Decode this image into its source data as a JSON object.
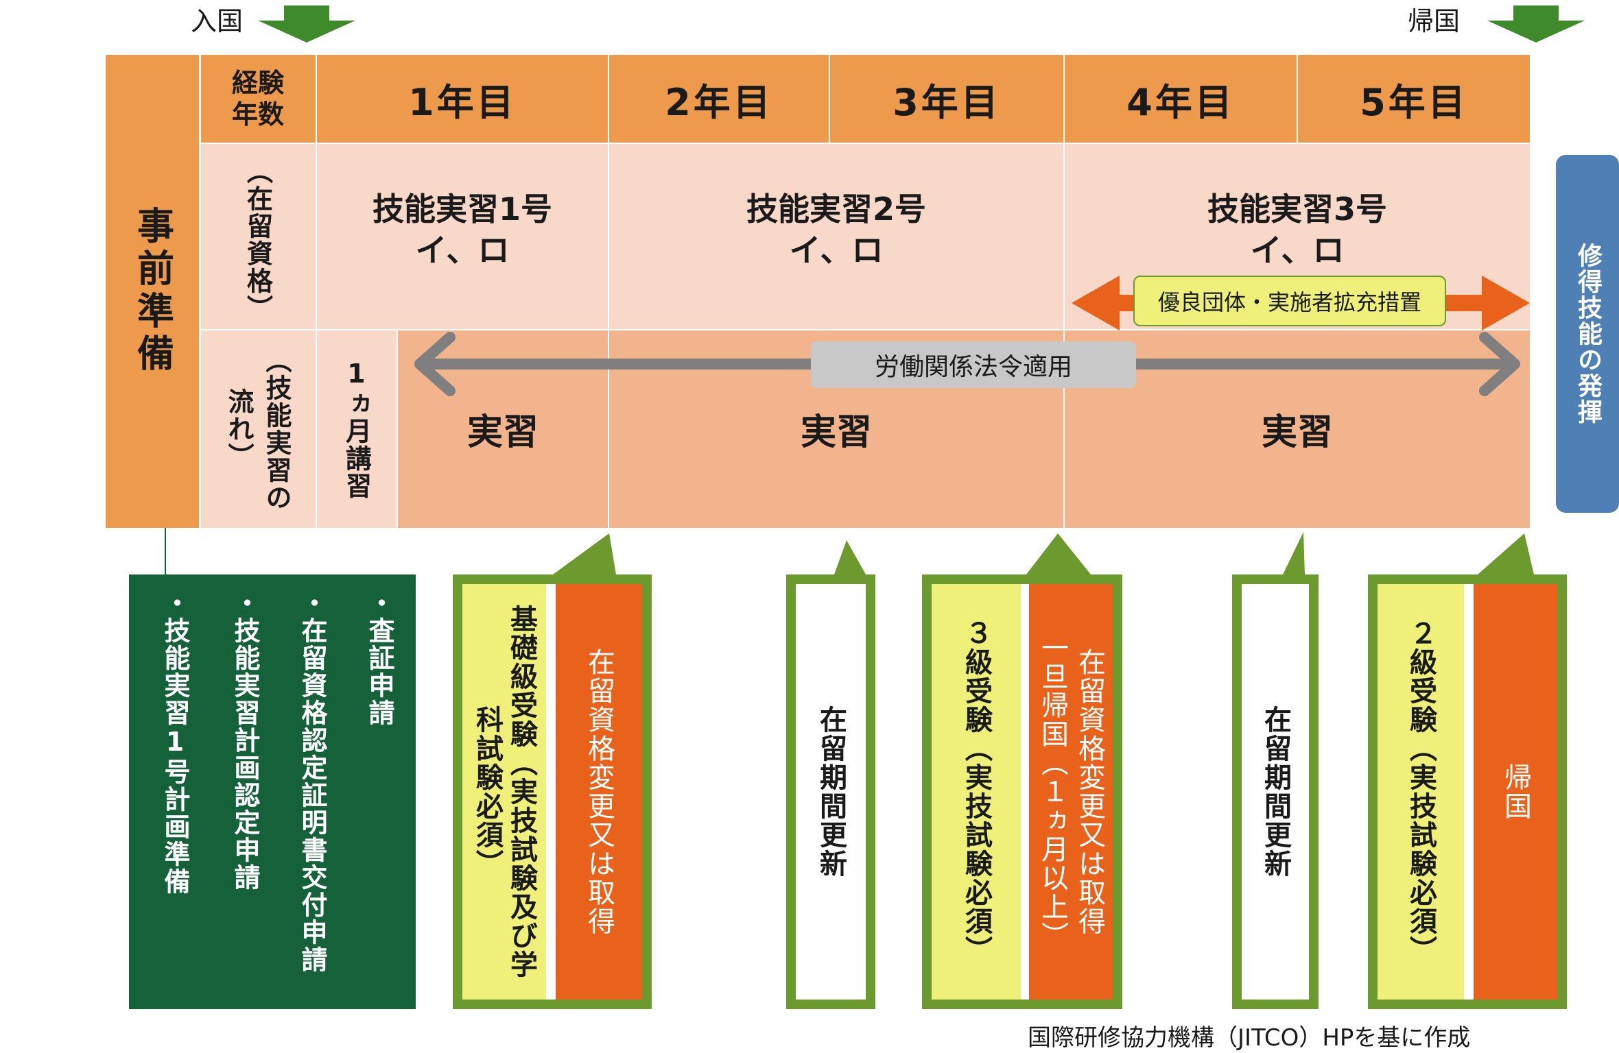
{
  "entry_label": "入国",
  "return_label": "帰国",
  "prep_label": "事前準備",
  "header": {
    "experience_label": [
      "経験",
      "年数"
    ],
    "years": [
      "1年目",
      "2年目",
      "3年目",
      "4年目",
      "5年目"
    ]
  },
  "status_row": {
    "label": "（在留資格）",
    "programs": [
      {
        "name": "技能実習1号",
        "sub": "イ、ロ"
      },
      {
        "name": "技能実習2号",
        "sub": "イ、ロ"
      },
      {
        "name": "技能実習3号",
        "sub": "イ、ロ"
      }
    ],
    "expansion_label": "優良団体・実施者拡充措置"
  },
  "flow_row": {
    "label": "（技能実習の流れ）",
    "lecture": "1ヵ月講習",
    "law_label": "労働関係法令適用",
    "practice": [
      "実習",
      "実習",
      "実習"
    ]
  },
  "skill_exercise": "修得技能の発揮",
  "prep_box": {
    "items": [
      "・査証申請",
      "・在留資格認定証明書交付申請",
      "・技能実習計画認定申請",
      "・技能実習1号計画準備"
    ]
  },
  "boxes": {
    "basic_exam": "基礎級受験（実技試験及び学科試験必須）",
    "status_change_1": "在留資格変更又は取得",
    "renewal_1": "在留期間更新",
    "grade3_exam": "３級受験（実技試験必須）",
    "status_change_2": "在留資格変更又は取得",
    "status_change_2_b": "一旦帰国（１ヵ月以上）",
    "renewal_2": "在留期間更新",
    "grade2_exam": "２級受験（実技試験必須）",
    "return_home": "帰国"
  },
  "source_note": "国際研修協力機構（JITCO）HPを基に作成",
  "colors": {
    "header_orange": "#ee9a4d",
    "status_pink": "#f8d9c9",
    "flow_salmon": "#f2b48c",
    "dark_green": "#14613a",
    "frame_green": "#6c9a2e",
    "yellow": "#eef07a",
    "bright_orange": "#e8621c",
    "blue": "#4e7fb5",
    "gray_arrow": "#7f7f7f"
  }
}
